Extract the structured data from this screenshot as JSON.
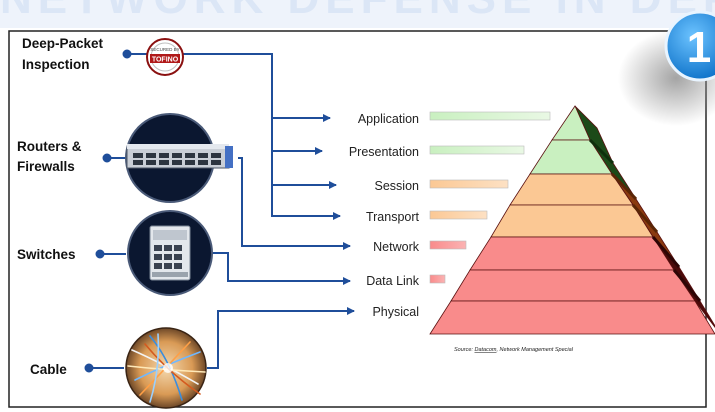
{
  "banner": {
    "text": "NETWORK DEFENSE IN DEPTH"
  },
  "badge": {
    "number": "1"
  },
  "devices": [
    {
      "label_lines": [
        "Deep-Packet",
        "Inspection"
      ],
      "logo_small": "SECURED BY",
      "logo_big": "TOFINO",
      "icon": "tofino-seal-icon"
    },
    {
      "label_lines": [
        "Routers &",
        "Firewalls"
      ],
      "icon": "router-icon"
    },
    {
      "label_lines": [
        "Switches"
      ],
      "icon": "switch-icon"
    },
    {
      "label_lines": [
        "Cable"
      ],
      "icon": "fiber-cable-icon"
    }
  ],
  "layers": [
    {
      "name": "Application",
      "color": "#c9f0c0"
    },
    {
      "name": "Presentation",
      "color": "#c9f0c0"
    },
    {
      "name": "Session",
      "color": "#fbc894"
    },
    {
      "name": "Transport",
      "color": "#fbc894"
    },
    {
      "name": "Network",
      "color": "#f98b8b"
    },
    {
      "name": "Data Link",
      "color": "#f98b8b"
    },
    {
      "name": "Physical",
      "color": "#f98b8b"
    }
  ],
  "source": {
    "prefix": "Source: ",
    "name": "Datacom",
    "suffix": ", Network Management Special"
  },
  "colors": {
    "connector": "#1f4e9a",
    "frame": "#222222",
    "green": "#c9f0c0",
    "orange": "#fbc894",
    "red": "#f98b8b"
  }
}
